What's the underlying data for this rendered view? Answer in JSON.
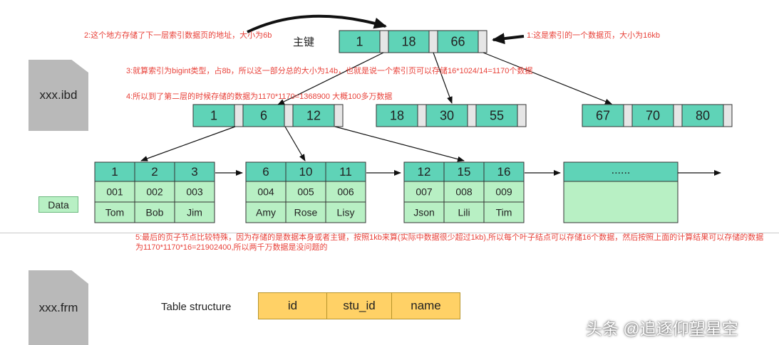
{
  "files": {
    "ibd": "xxx.ibd",
    "frm": "xxx.frm"
  },
  "labels": {
    "primary_key": "主键",
    "data": "Data",
    "table_structure": "Table structure"
  },
  "annotations": {
    "note1": "1:这是索引的一个数据页，大小为16kb",
    "note2": "2:这个地方存储了下一层索引数据页的地址，大小为6b",
    "note3": "3:就算索引为bigint类型，占8b，所以这一部分总的大小为14b，也就是说一个索引页可以存储16*1024/14=1170个数据",
    "note4": "4:所以到了第二层的时候存储的数据为1170*1170=1368900  大概100多万数据",
    "note5": "5:最后的页子节点比较特殊，因为存储的是数据本身或者主键，按照1kb来算(实际中数据很少超过1kb),所以每个叶子结点可以存储16个数据，然后按照上面的计算结果可以存储的数据为1170*1170*16=21902400,所以两千万数据是没问题的"
  },
  "tree": {
    "root": [
      "1",
      "18",
      "66"
    ],
    "level2": [
      [
        "1",
        "6",
        "12"
      ],
      [
        "18",
        "30",
        "55"
      ],
      [
        "67",
        "70",
        "80"
      ]
    ],
    "leaves": [
      {
        "keys": [
          "1",
          "2",
          "3"
        ],
        "ids": [
          "001",
          "002",
          "003"
        ],
        "names": [
          "Tom",
          "Bob",
          "Jim"
        ]
      },
      {
        "keys": [
          "6",
          "10",
          "11"
        ],
        "ids": [
          "004",
          "005",
          "006"
        ],
        "names": [
          "Amy",
          "Rose",
          "Lisy"
        ]
      },
      {
        "keys": [
          "12",
          "15",
          "16"
        ],
        "ids": [
          "007",
          "008",
          "009"
        ],
        "names": [
          "Json",
          "Lili",
          "Tim"
        ]
      }
    ],
    "ellipsis": "......"
  },
  "table_columns": [
    "id",
    "stu_id",
    "name"
  ],
  "watermark": "头条 @追逐仰望星空",
  "colors": {
    "key_teal": "#5fd3b7",
    "leaf_green": "#b8f0c4",
    "pointer_gray": "#e6e6e6",
    "annotation_red": "#e8423a",
    "struct_yellow": "#ffd166",
    "file_gray": "#b9b9b9"
  }
}
